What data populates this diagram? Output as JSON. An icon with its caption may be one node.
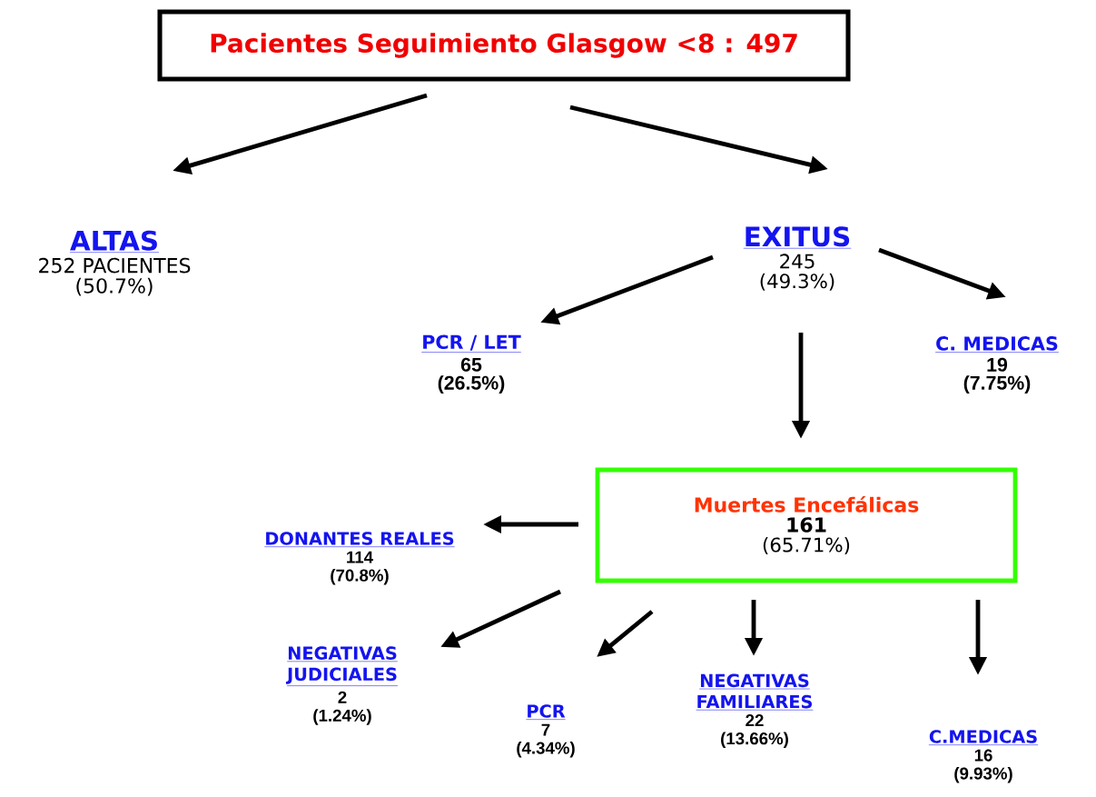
{
  "diagram": {
    "nodes": [
      {
        "text": [
          "Pacientes Seguimiento Glasgow <8 : 497"
        ]
      },
      {
        "text": [
          "ALTAS",
          "252 PACIENTES",
          "(50.7%)"
        ]
      },
      {
        "text": [
          "EXITUS",
          "245",
          "(49.3%)"
        ]
      },
      {
        "text": [
          "PCR / LET",
          "65",
          "(26.5%)"
        ]
      },
      {
        "text": [
          "C. MEDICAS",
          "19",
          "(7.75%)"
        ]
      },
      {
        "text": [
          "Muertes  Encefálicas",
          "161",
          "(65.71%)"
        ]
      },
      {
        "text": [
          "DONANTES REALES",
          "114",
          "(70.8%)"
        ]
      },
      {
        "text": [
          "NEGATIVAS JUDICIALES",
          "2",
          "(1.24%)"
        ]
      },
      {
        "text": [
          "PCR",
          "7",
          "(4.34%)"
        ]
      },
      {
        "text": [
          "NEGATIVAS FAMILIARES",
          "22",
          "(13.66%)"
        ]
      },
      {
        "text": [
          "C.MEDICAS",
          "16",
          "(9.93%)"
        ]
      }
    ],
    "edges": [
      {
        "from": 0,
        "to": 1,
        "arrow": "to"
      },
      {
        "from": 0,
        "to": 2,
        "arrow": "to"
      },
      {
        "from": 2,
        "to": 3,
        "arrow": "to"
      },
      {
        "from": 2,
        "to": 4,
        "arrow": "to"
      },
      {
        "from": 2,
        "to": 5,
        "arrow": "to"
      },
      {
        "from": 5,
        "to": 6,
        "arrow": "to"
      },
      {
        "from": 5,
        "to": 7,
        "arrow": "to"
      },
      {
        "from": 5,
        "to": 8,
        "arrow": "to"
      },
      {
        "from": 5,
        "to": 9,
        "arrow": "to"
      },
      {
        "from": 5,
        "to": 10,
        "arrow": "to"
      }
    ]
  }
}
